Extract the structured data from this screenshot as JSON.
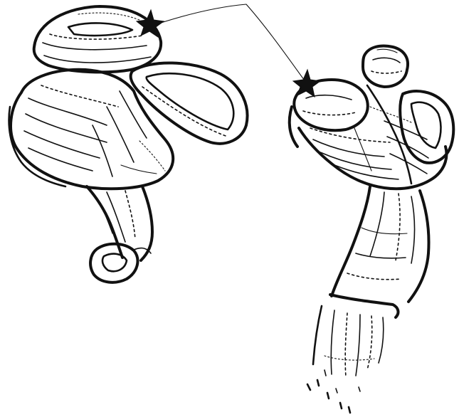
{
  "figure": {
    "background": "#ffffff",
    "ink": "#111111",
    "specimens": [
      {
        "name": "left-specimen",
        "parts": [
          "upper-lobe",
          "central-mass",
          "open-ring",
          "stalk",
          "foot"
        ]
      },
      {
        "name": "right-specimen",
        "parts": [
          "top-knob",
          "round-head",
          "ribbed-body",
          "small-loop",
          "stem",
          "flared-tip",
          "scattered-marks"
        ]
      }
    ],
    "pointer": {
      "markers": [
        "star-marker-left",
        "star-marker-right"
      ],
      "line_style": "thin leader line joining both markers"
    }
  }
}
